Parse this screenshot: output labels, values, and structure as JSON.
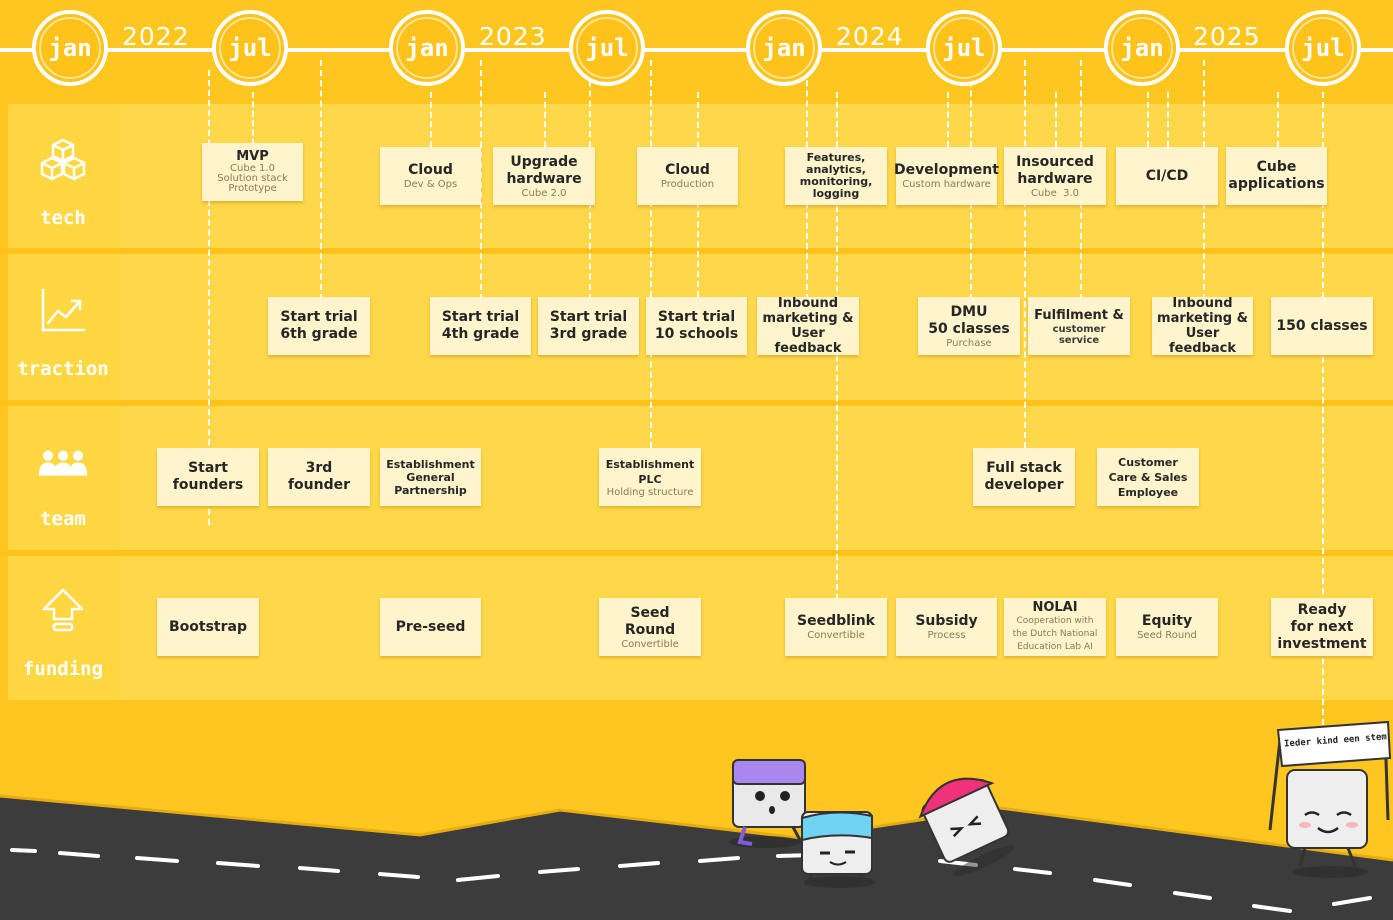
{
  "timeline": {
    "months": [
      "jan",
      "jul",
      "jan",
      "jul",
      "jan",
      "jul",
      "jan",
      "jul"
    ],
    "years": [
      "2022",
      "2023",
      "2024",
      "2025"
    ]
  },
  "rows": {
    "tech": {
      "label": "tech",
      "icon": "cubes-icon"
    },
    "traction": {
      "label": "traction",
      "icon": "chart-growth-icon"
    },
    "team": {
      "label": "team",
      "icon": "people-icon"
    },
    "funding": {
      "label": "funding",
      "icon": "upload-arrow-icon"
    }
  },
  "tech_cards": [
    {
      "title": "MVP",
      "sub": "Cube 1.0\nSolution stack\nPrototype"
    },
    {
      "title": "Cloud",
      "sub": "Dev & Ops"
    },
    {
      "title": "Upgrade\nhardware",
      "sub": "Cube 2.0"
    },
    {
      "title": "Cloud",
      "sub": "Production"
    },
    {
      "title": "Features,\nanalytics,\nmonitoring,\nlogging",
      "sub": ""
    },
    {
      "title": "Development",
      "sub": "Custom hardware"
    },
    {
      "title": "Insourced\nhardware",
      "sub": "Cube  3.0"
    },
    {
      "title": "CI/CD",
      "sub": ""
    },
    {
      "title": "Cube\napplications",
      "sub": ""
    }
  ],
  "traction_cards": [
    {
      "title": "Start trial\n6th grade",
      "sub": ""
    },
    {
      "title": "Start trial\n4th grade",
      "sub": ""
    },
    {
      "title": "Start trial\n3rd grade",
      "sub": ""
    },
    {
      "title": "Start trial\n10 schools",
      "sub": ""
    },
    {
      "title": "Inbound\nmarketing &\nUser feedback",
      "sub": ""
    },
    {
      "title": "DMU\n50 classes",
      "sub": "Purchase"
    },
    {
      "title": "Fulfilment &",
      "sub": "customer service"
    },
    {
      "title": "Inbound\nmarketing &\nUser feedback",
      "sub": ""
    },
    {
      "title": "150 classes",
      "sub": ""
    }
  ],
  "team_cards": [
    {
      "title": "Start\nfounders",
      "sub": ""
    },
    {
      "title": "3rd\nfounder",
      "sub": ""
    },
    {
      "title": "Establishment\nGeneral\nPartnership",
      "sub": ""
    },
    {
      "title": "Establishment\nPLC",
      "sub": "Holding structure"
    },
    {
      "title": "Full stack\ndeveloper",
      "sub": ""
    },
    {
      "title": "Customer\nCare & Sales\nEmployee",
      "sub": ""
    }
  ],
  "funding_cards": [
    {
      "title": "Bootstrap",
      "sub": ""
    },
    {
      "title": "Pre-seed",
      "sub": ""
    },
    {
      "title": "Seed Round",
      "sub": "Convertible"
    },
    {
      "title": "Seedblink",
      "sub": "Convertible"
    },
    {
      "title": "Subsidy",
      "sub": "Process"
    },
    {
      "title": "NOLAI",
      "sub": "Cooperation with\nthe Dutch National\nEducation Lab AI"
    },
    {
      "title": "Equity",
      "sub": "Seed Round"
    },
    {
      "title": "Ready\nfor next\ninvestment",
      "sub": ""
    }
  ],
  "banner": {
    "text": "Ieder kind een stem"
  },
  "colors": {
    "background": "#ffc21a",
    "row": "#ffd84a",
    "card": "#fff4cc",
    "road": "#3c3c3c",
    "purple": "#a987ee",
    "blue": "#6fd4f4",
    "pink": "#f0327c"
  }
}
